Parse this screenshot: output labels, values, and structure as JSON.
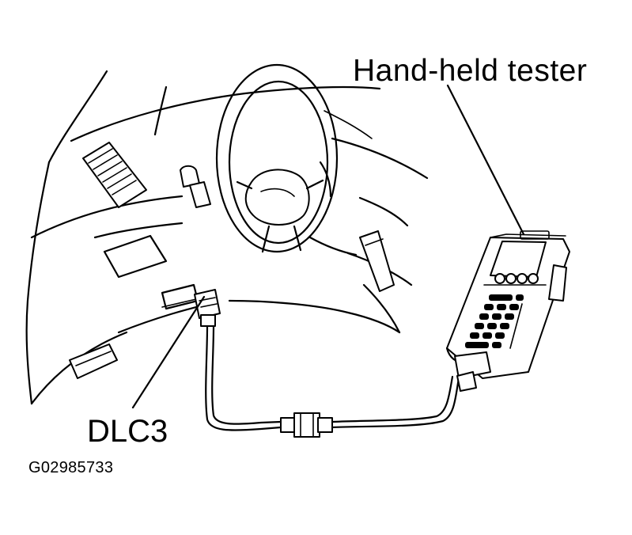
{
  "labels": {
    "tester": "Hand-held  tester",
    "connector": "DLC3",
    "figure_id": "G02985733"
  },
  "colors": {
    "ink": "#000000",
    "paper": "#ffffff"
  }
}
